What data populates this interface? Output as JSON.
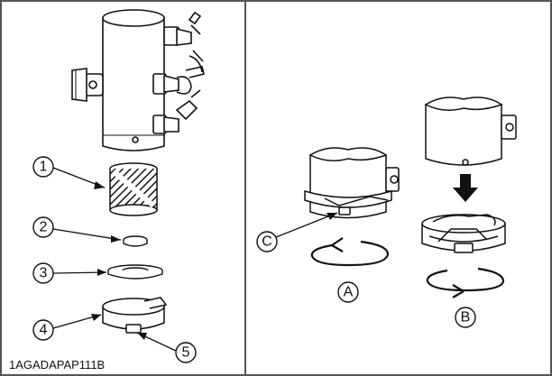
{
  "figure_code": "1AGADAPAP111B",
  "left_panel": {
    "callouts": [
      {
        "label": "1",
        "part": "filter-element"
      },
      {
        "label": "2",
        "part": "small-washer"
      },
      {
        "label": "3",
        "part": "o-ring"
      },
      {
        "label": "4",
        "part": "filter-cap"
      },
      {
        "label": "5",
        "part": "cap-nut"
      }
    ]
  },
  "right_panel": {
    "callouts": [
      {
        "label": "C",
        "part": "lock-pin"
      },
      {
        "label": "A",
        "part": "rotation-loosen"
      },
      {
        "label": "B",
        "part": "rotation-tighten"
      }
    ]
  },
  "colors": {
    "line": "#111111",
    "frame": "#555555",
    "background": "#ffffff"
  }
}
